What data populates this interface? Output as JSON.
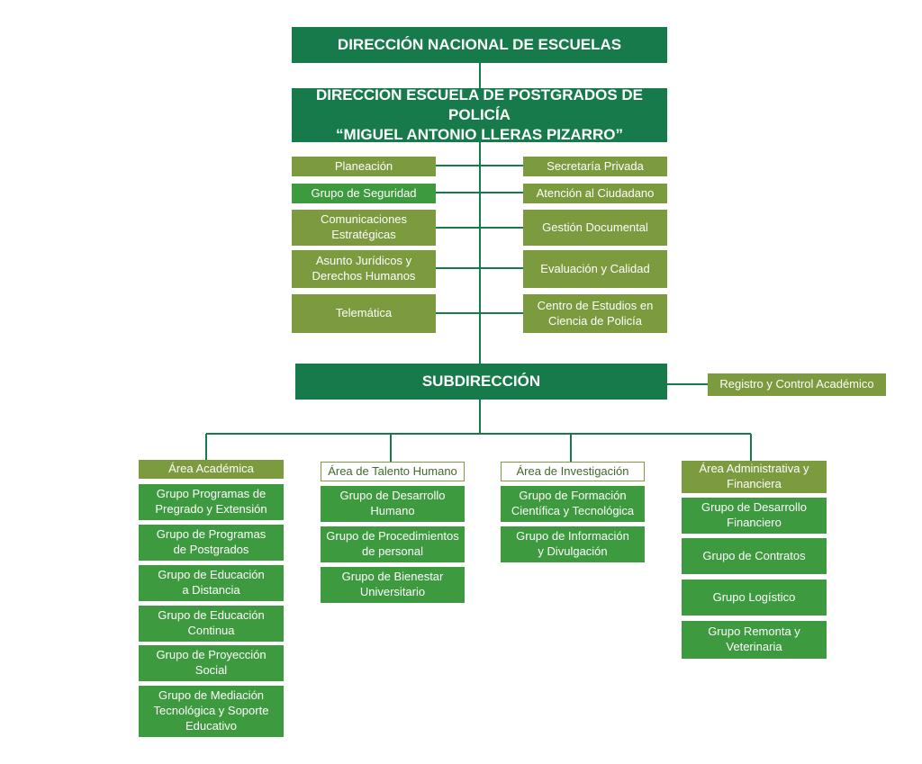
{
  "top": {
    "national": "DIRECCIÓN NACIONAL DE ESCUELAS",
    "school": "DIRECCIÓN ESCUELA DE POSTGRADOS DE POLICÍA\n“MIGUEL ANTONIO LLERAS PIZARRO”",
    "sub": "SUBDIRECCIÓN",
    "registro": "Registro y Control Académico"
  },
  "staff_left": [
    "Planeación",
    "Grupo de Seguridad",
    "Comunicaciones\nEstratégicas",
    "Asunto Jurídicos y\nDerechos Humanos",
    "Telemática"
  ],
  "staff_right": [
    "Secretaría Privada",
    "Atención al Ciudadano",
    "Gestión Documental",
    "Evaluación y Calidad",
    "Centro de Estudios en\nCiencia de Policía"
  ],
  "areas": [
    {
      "title": "Área Académica",
      "groups": [
        "Grupo Programas de\nPregrado y Extensión",
        "Grupo de Programas\nde Postgrados",
        "Grupo de Educación\na Distancia",
        "Grupo de Educación\nContinua",
        "Grupo de Proyección\nSocial",
        "Grupo de Mediación\nTecnológica y Soporte\nEducativo"
      ]
    },
    {
      "title": "Área de Talento Humano",
      "groups": [
        "Grupo de Desarrollo\nHumano",
        "Grupo de Procedimientos\nde personal",
        "Grupo de Bienestar\nUniversitario"
      ]
    },
    {
      "title": "Área de Investigación",
      "groups": [
        "Grupo de Formación\nCientífica y Tecnológica",
        "Grupo de Información\ny Divulgación"
      ]
    },
    {
      "title": "Área Administrativa y\nFinanciera",
      "groups": [
        "Grupo de Desarrollo\nFinanciero",
        "Grupo de Contratos",
        "Grupo Logístico",
        "Grupo Remonta y\nVeterinaria"
      ]
    }
  ],
  "colors": {
    "dark_green": "#167a4a",
    "olive": "#7c9a3e",
    "green": "#3e9a3f",
    "line": "#167a4a"
  }
}
